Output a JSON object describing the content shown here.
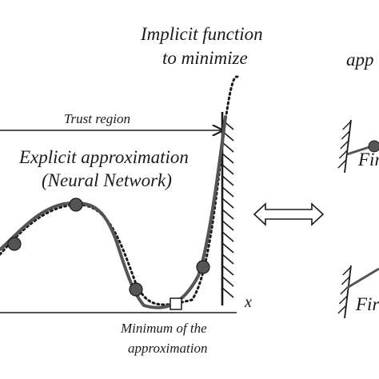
{
  "labels": {
    "implicit_line1": "Implicit function",
    "implicit_line2": "to minimize",
    "trust_region": "Trust region",
    "explicit_line1": "Explicit approximation",
    "explicit_line2": "(Neural Network)",
    "minimum_line1": "Minimum of the",
    "minimum_line2": "approximation",
    "x_axis": "x",
    "right_top_partial": "app",
    "right_mid_partial": "Fir",
    "right_bot_partial": "Fir"
  },
  "colors": {
    "ink": "#1a1a1a",
    "curve": "#555555",
    "dot": "#555555"
  }
}
